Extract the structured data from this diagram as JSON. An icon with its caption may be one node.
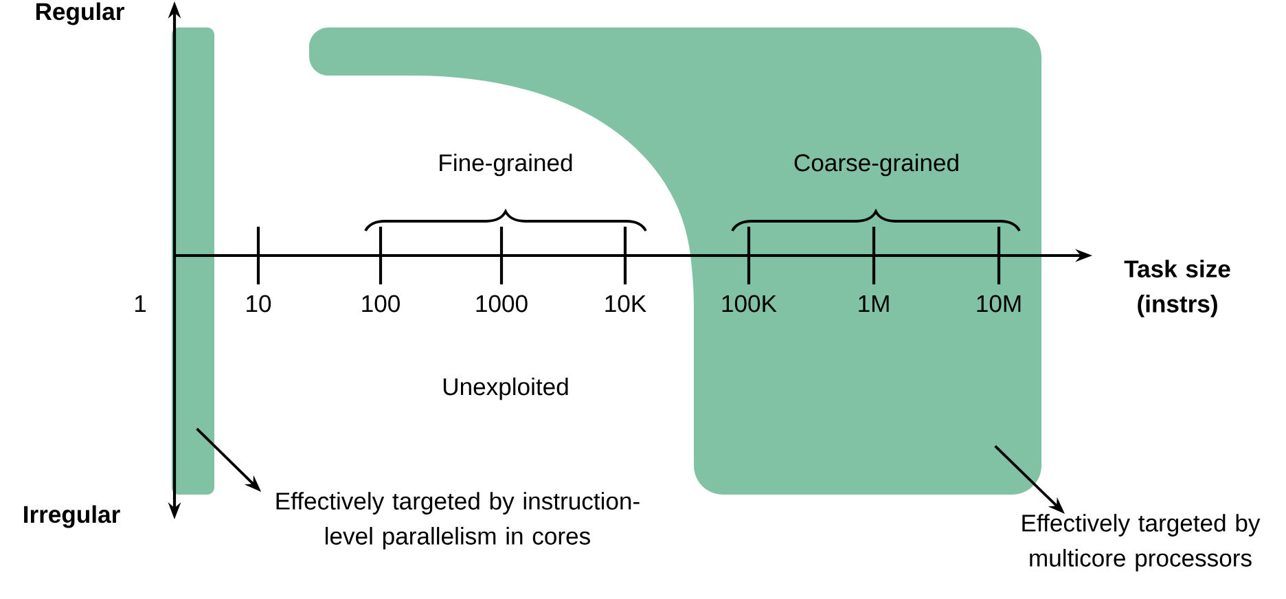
{
  "diagram": {
    "nodes": [
      {
        "text": [],
        "shape": "bar"
      },
      {
        "text": [],
        "shape": "box"
      },
      {
        "text": [
          "Effectively targeted by instruction-level parallelism in cores"
        ]
      },
      {
        "text": [
          "Effectively targeted by multicore processors"
        ]
      }
    ],
    "edges": [
      {
        "from": 0,
        "to": 2,
        "arrow": "to"
      },
      {
        "from": 1,
        "to": 3,
        "arrow": "to"
      }
    ],
    "labels": [
      "Regular",
      "Fine-grained",
      "Coarse-grained",
      "Task size (instrs)",
      "1",
      "10",
      "100",
      "1000",
      "10K",
      "100K",
      "1M",
      "10M",
      "Unexploited",
      "Irregular"
    ]
  }
}
